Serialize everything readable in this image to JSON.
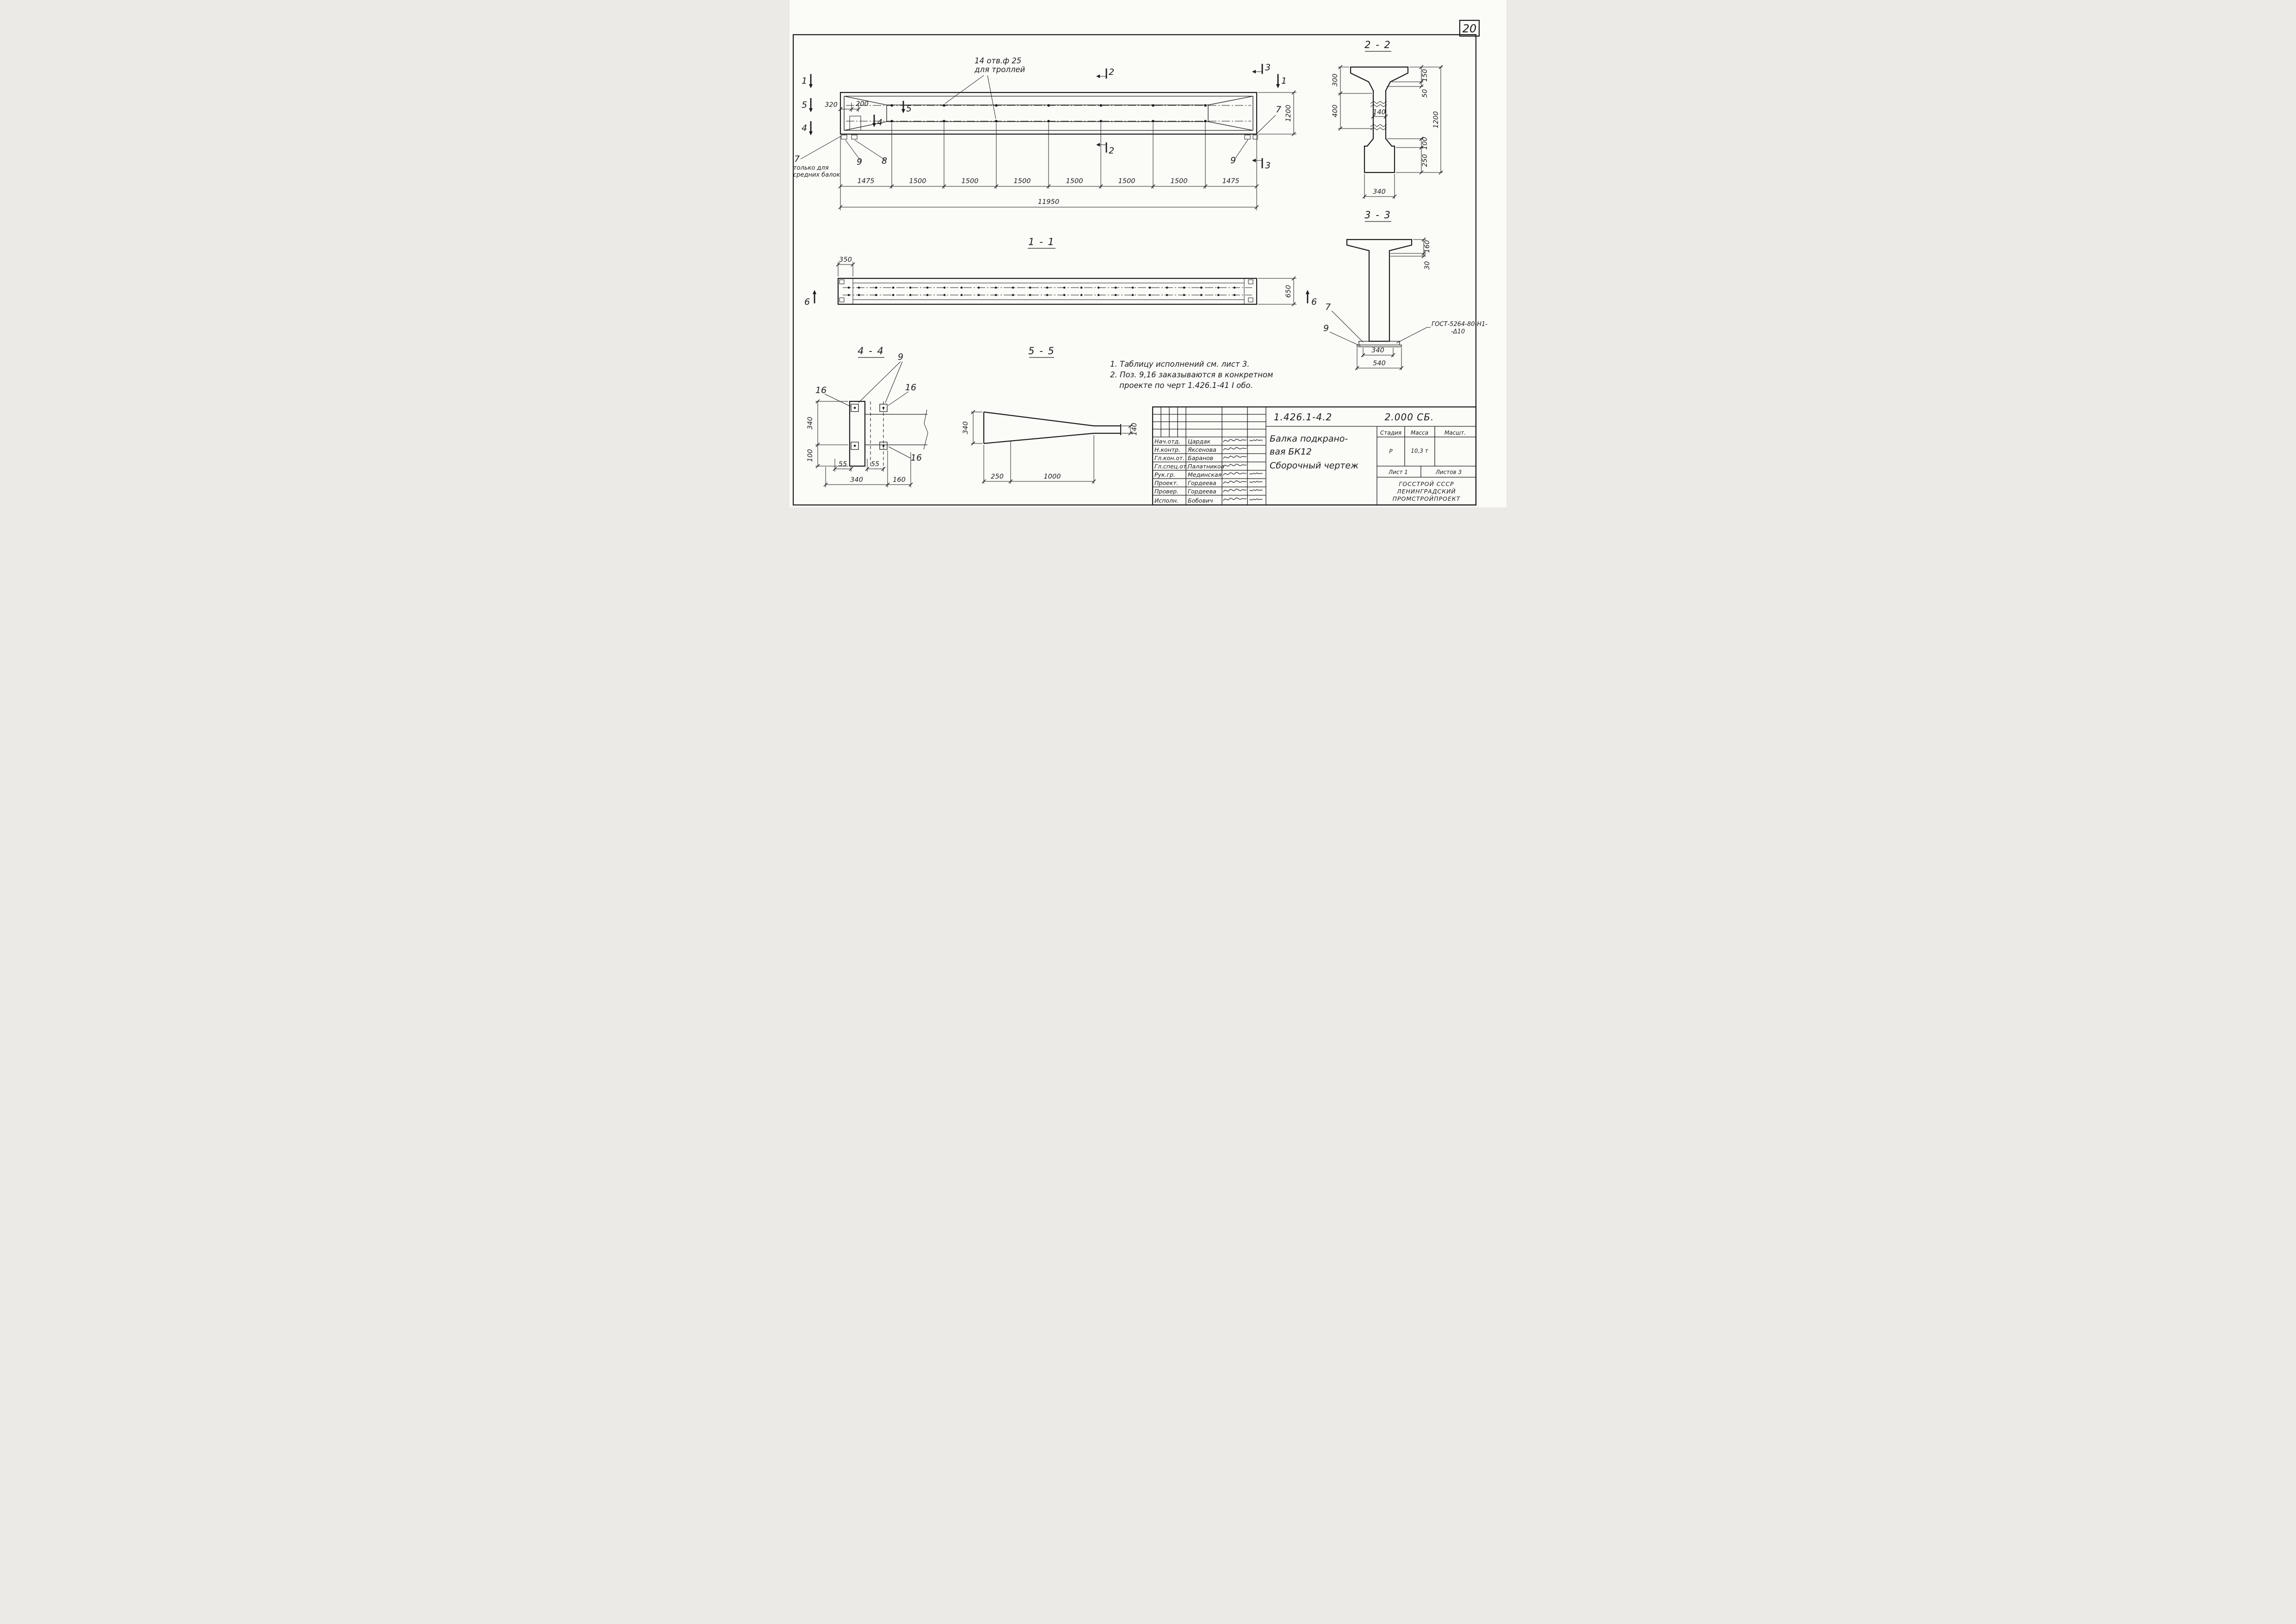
{
  "page_number": "20",
  "labels": {
    "s11": "1 - 1",
    "s22": "2 - 2",
    "s33": "3 - 3",
    "s44": "4 - 4",
    "s55": "5 - 5"
  },
  "marks": {
    "m1": "1",
    "m2": "2",
    "m3": "3",
    "m4": "4",
    "m5": "5",
    "m6": "6",
    "m7": "7",
    "m8": "8",
    "m9": "9",
    "m16": "16"
  },
  "main_view": {
    "holes_note1": "14 отв.ф 25",
    "holes_note2": "для троллей",
    "only_note1": "только для",
    "only_note2": "средних балок",
    "dim_320": "320",
    "dim_200": "200",
    "dim_1200": "1200",
    "dim_total": "11950",
    "segments": [
      "1475",
      "1500",
      "1500",
      "1500",
      "1500",
      "1500",
      "1500",
      "1475"
    ]
  },
  "s11": {
    "d350": "350",
    "d650": "650"
  },
  "s22": {
    "d300": "300",
    "d400": "400",
    "d140": "140",
    "d150": "150",
    "d50": "50",
    "d1200": "1200",
    "d100": "100",
    "d250": "250",
    "d340": "340"
  },
  "s33": {
    "d160": "160",
    "d30": "30",
    "d340": "340",
    "d540": "540",
    "weld1": "ГОСТ-5264-80-Н1-",
    "weld2": "-Δ10"
  },
  "s44": {
    "d340": "340",
    "d100": "100",
    "d55": "55",
    "d340b": "340",
    "d160": "160"
  },
  "s55": {
    "d340": "340",
    "d140": "140",
    "d250": "250",
    "d1000": "1000"
  },
  "notes": {
    "n1": "1. Таблицу исполнений см. лист 3.",
    "n2": "2. Поз. 9,16 заказываются в конкретном",
    "n3": "проекте по черт 1.426.1-41 I обо."
  },
  "title_block": {
    "designation": "1.426.1-4.2",
    "assembly": "2.000 СБ.",
    "title1": "Балка подкрано-",
    "title2": "вая БК12",
    "title3": "Сборочный чертеж",
    "h_stage": "Стадия",
    "h_mass": "Масса",
    "h_scale": "Масшт.",
    "stage": "Р",
    "mass": "10,3 т",
    "sheet": "Лист 1",
    "sheets": "Листов 3",
    "org1": "ГОССТРОЙ СССР",
    "org2": "ЛЕНИНГРАДСКИЙ",
    "org3": "ПРОМСТРОЙПРОЕКТ",
    "rows": [
      {
        "role": "Нач.отд.",
        "name": "Цардак"
      },
      {
        "role": "Н.контр.",
        "name": "Яксенова"
      },
      {
        "role": "Гл.кон.от.",
        "name": "Баранов"
      },
      {
        "role": "Гл.спец.от.",
        "name": "Палатников"
      },
      {
        "role": "Рук.гр.",
        "name": "Мединская"
      },
      {
        "role": "Проект.",
        "name": "Гордеева"
      },
      {
        "role": "Провер.",
        "name": "Гордеева"
      },
      {
        "role": "Исполн.",
        "name": "Бобович"
      }
    ]
  }
}
